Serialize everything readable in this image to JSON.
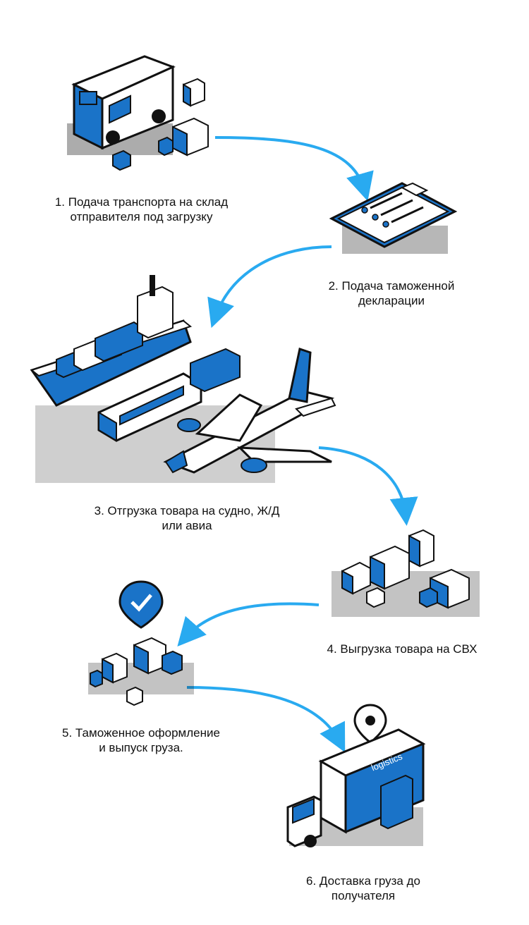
{
  "steps": [
    {
      "number": "1",
      "line1": "1. Подача транспорта на склад",
      "line2": "отправителя под загрузку",
      "icon": "delivery-van-icon"
    },
    {
      "number": "2",
      "line1": "2. Подача таможенной",
      "line2": "декларации",
      "icon": "clipboard-checklist-icon"
    },
    {
      "number": "3",
      "line1": "3. Отгрузка товара на судно, Ж/Д",
      "line2": "или авиа",
      "icon": "ship-train-plane-icon"
    },
    {
      "number": "4",
      "line1": "4. Выгрузка товара на СВХ",
      "line2": "",
      "icon": "warehouse-boxes-icon"
    },
    {
      "number": "5",
      "line1": "5. Таможенное оформление",
      "line2": "и выпуск груза.",
      "icon": "cleared-boxes-check-icon"
    },
    {
      "number": "6",
      "line1": "6. Доставка груза до",
      "line2": "получателя",
      "icon": "delivery-truck-icon"
    }
  ],
  "truck_label": "logistics",
  "colors": {
    "accent": "#1a73c8",
    "arrow": "#29aaf0",
    "ink": "#111111",
    "paper": "#ffffff"
  }
}
